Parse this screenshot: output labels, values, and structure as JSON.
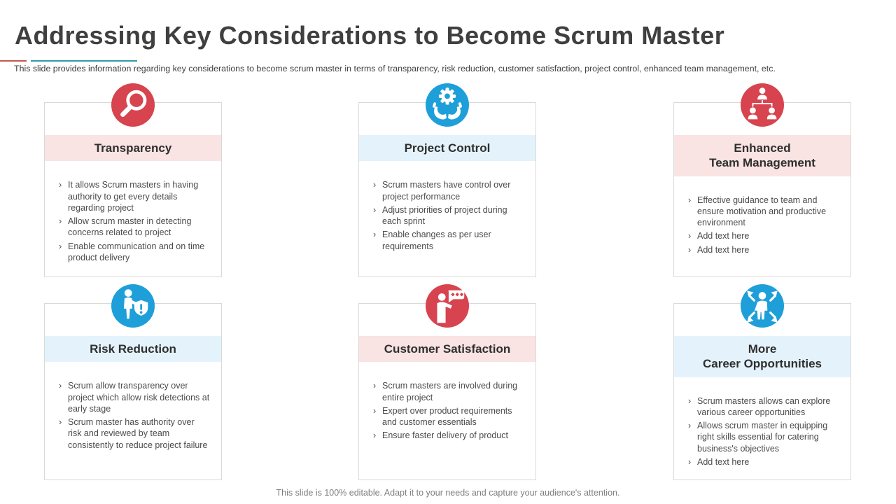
{
  "slide": {
    "title": "Addressing Key Considerations to Become Scrum Master",
    "subtitle": "This slide provides information regarding key considerations to become scrum master in terms of transparency, risk reduction, customer satisfaction, project control, enhanced team management, etc.",
    "footer": "This slide is 100% editable. Adapt it to your needs and capture your audience's attention."
  },
  "ui": {
    "bullet_marker": "›"
  },
  "colors": {
    "accent_red": "#d7434e",
    "accent_blue": "#1e9fd9",
    "banner_pink": "#f9e3e3",
    "banner_blue": "#e4f3fb",
    "card_border": "#d9d9d9",
    "underline_red": "#c4574f",
    "underline_teal": "#2d9daa",
    "title_text": "#3f3f3f",
    "body_text": "#4b4b4b",
    "footer_text": "#7f7f7f"
  },
  "cards": [
    {
      "title": "Transparency",
      "icon": "magnifier-icon",
      "accent": "red",
      "bullets": [
        "It allows Scrum masters in having authority to get every details regarding project",
        "Allow scrum master in detecting concerns related to project",
        "Enable communication and on time product delivery"
      ]
    },
    {
      "title": "Project Control",
      "icon": "gear-hands-icon",
      "accent": "blue",
      "bullets": [
        "Scrum masters have control over project performance",
        "Adjust priorities of project during each sprint",
        "Enable changes as per user requirements"
      ]
    },
    {
      "title": "Enhanced\nTeam Management",
      "icon": "team-hierarchy-icon",
      "accent": "red",
      "bullets": [
        "Effective guidance to team and ensure motivation and productive environment",
        "Add text here",
        "Add text here"
      ]
    },
    {
      "title": "Risk Reduction",
      "icon": "person-shield-icon",
      "accent": "blue",
      "bullets": [
        "Scrum allow transparency over project which allow risk detections at early stage",
        "Scrum master has authority over risk and reviewed  by team consistently to reduce project failure"
      ]
    },
    {
      "title": "Customer Satisfaction",
      "icon": "customer-feedback-icon",
      "accent": "red",
      "bullets": [
        "Scrum masters are involved during entire project",
        "Expert over product requirements and customer essentials",
        "Ensure faster delivery of product"
      ]
    },
    {
      "title": "More\nCareer Opportunities",
      "icon": "person-arrows-icon",
      "accent": "blue",
      "bullets": [
        "Scrum masters allows can explore various  career opportunities",
        "Allows scrum master in equipping right skills essential for catering business's objectives",
        "Add text here"
      ]
    }
  ]
}
